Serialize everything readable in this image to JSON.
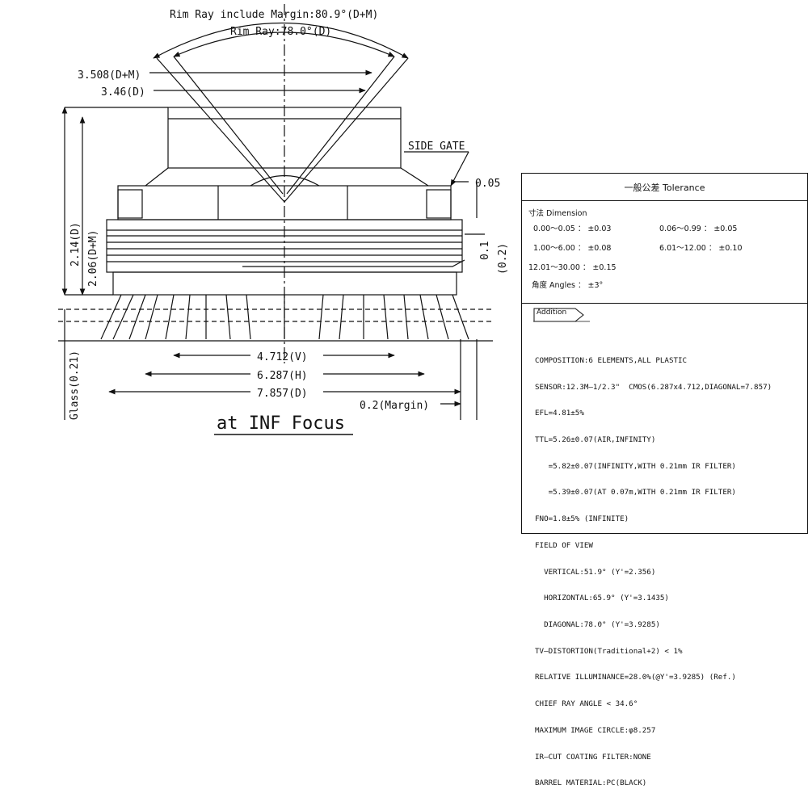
{
  "drawing": {
    "rim_ray_margin": "Rim Ray include Margin:80.9°(D+M)",
    "rim_ray": "Rim Ray:78.0°(D)",
    "dim_3508": "3.508(D+M)",
    "dim_346": "3.46(D)",
    "side_gate": "SIDE GATE",
    "dim_005": "0.05",
    "dim_01": "0.1",
    "dim_02": "(0.2)",
    "dim_214": "2.14(D)",
    "dim_206": "2.06(D+M)",
    "glass": "Glass(0.21)",
    "dim_v": "4.712(V)",
    "dim_h": "6.287(H)",
    "dim_d": "7.857(D)",
    "dim_margin": "0.2(Margin)",
    "focus": "at INF Focus"
  },
  "tolerance": {
    "title": "一般公差 Tolerance",
    "dimension_label": "寸法 Dimension",
    "rows": [
      "0.00～0.05 ： ±0.03",
      "0.06～0.99 ： ±0.05",
      "1.00～6.00 ： ±0.08",
      "6.01～12.00 ： ±0.10",
      "12.01～30.00 ： ±0.15",
      "角度 Angles ： ±3°"
    ]
  },
  "addition": {
    "tag": "Addition",
    "lines": [
      "COMPOSITION:6 ELEMENTS,ALL PLASTIC",
      "SENSOR:12.3M—1/2.3\"  CMOS(6.287x4.712,DIAGONAL=7.857)",
      "EFL=4.81±5%",
      "TTL=5.26±0.07(AIR,INFINITY)",
      "   =5.82±0.07(INFINITY,WITH 0.21mm IR FILTER)",
      "   =5.39±0.07(AT 0.07m,WITH 0.21mm IR FILTER)",
      "FNO=1.8±5% (INFINITE)",
      "FIELD OF VIEW",
      "  VERTICAL:51.9° (Y'=2.356)",
      "  HORIZONTAL:65.9° (Y'=3.1435)",
      "  DIAGONAL:78.0° (Y'=3.9285)",
      "TV—DISTORTION(Traditional+2) < 1%",
      "RELATIVE ILLUMINANCE=28.0%(@Y'=3.9285) (Ref.)",
      "CHIEF RAY ANGLE < 34.6°",
      "MAXIMUM IMAGE CIRCLE:φ8.257",
      "IR—CUT COATING FILTER:NONE",
      "BARREL MATERIAL:PC(BLACK)"
    ]
  }
}
